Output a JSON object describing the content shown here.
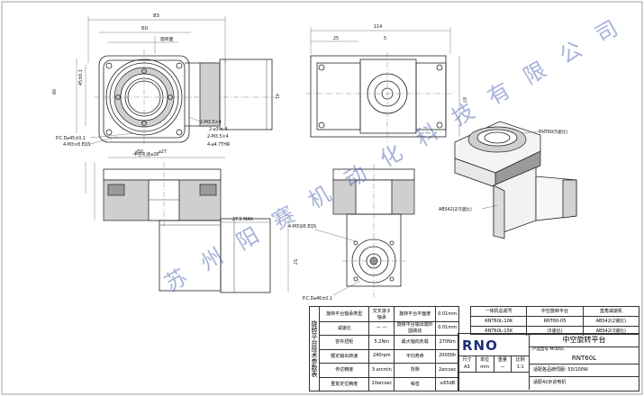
{
  "dims": {
    "top_83": "83",
    "top_60": "60",
    "d_45": "45±0.1",
    "d_60": "60",
    "d_41": "41",
    "rot_label": "旋转面",
    "pcd45": "P.C.D⌀45±0.1",
    "m3": "4-M3×8 EQS",
    "d50": "⌀50",
    "d27": "⌀27",
    "m34": "2-M3.5×4",
    "pin": "2-⌀3 × 4",
    "m35b": "2-M3.5×4",
    "d4": "4-⌀4.7THR",
    "side_114": "114",
    "side_25": "25",
    "side_5": "5",
    "side_67": "67",
    "hollow": "中空孔径⌀28",
    "d27max": "27.5 MAX",
    "d57": "57",
    "m3_6": "4-M3深6 EQS",
    "pcd46": "P.C.D⌀46±0.1",
    "rnt60_note": "RNT60(5速比)",
    "abs_note": "ABS42(2/3速比)"
  },
  "spec_table": {
    "vertical_title": "旋转平台技术参数表",
    "rows": [
      {
        "label": "旋转平台轴承类型",
        "val": "交叉滚子轴承",
        "label2": "旋转平台平面度",
        "val2": "0.01mm"
      },
      {
        "label": "减速比",
        "val": "— —",
        "label2": "旋转平台输出端外圆跳动",
        "val2": "0.01mm"
      },
      {
        "label": "容许扭矩",
        "val": "5.2Nm",
        "label2": "最大轴向负载",
        "val2": "270Nm"
      },
      {
        "label": "额定输出转速",
        "val": "240rpm",
        "label2": "平均寿命",
        "val2": "20000h"
      },
      {
        "label": "传达精度",
        "val": "3 arcmin",
        "label2": "背隙",
        "val2": "2arcsec"
      },
      {
        "label": "重复定位精度",
        "val": "10arcsec",
        "label2": "噪音",
        "val2": "≤65dB"
      }
    ]
  },
  "model_table": {
    "headers": [
      "一体机总成号",
      "中空旋转平台",
      "直角减速机"
    ],
    "rows": [
      [
        "RNT60L-10K",
        "RNT60-05",
        "ABS42(2速比)"
      ],
      [
        "RNT60L-15K",
        "(5速比)",
        "ABS42(3速比)"
      ]
    ]
  },
  "title_block": {
    "logo": "RNO",
    "product_name": "中空旋转平台",
    "model_label": "产品型号 MODEL",
    "model": "RNT60L",
    "size_label": "尺寸",
    "unit_label": "单位",
    "weight_label": "重量",
    "scale_label": "比例",
    "size": "A3",
    "unit": "mm",
    "weight": "—",
    "scale": "1:1",
    "motor1": "适配各品牌伺服: 50/100W",
    "motor2": "适配42步进电机"
  },
  "watermark": "苏州阳赛机动化科技有限公司"
}
